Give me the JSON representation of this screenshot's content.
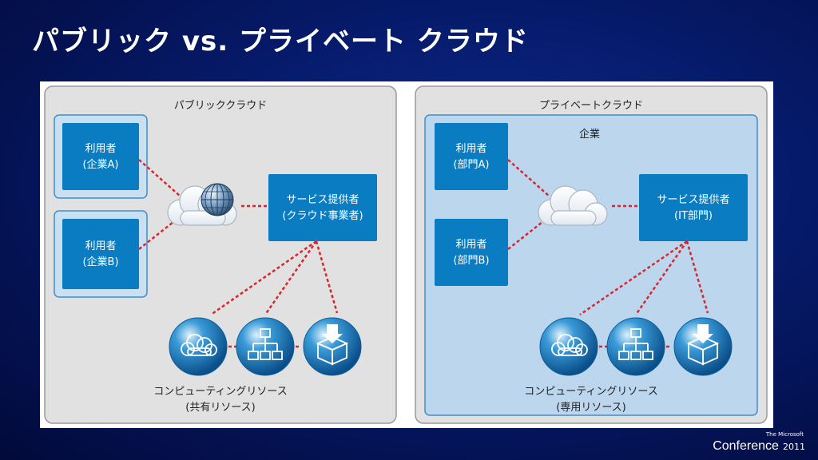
{
  "slide": {
    "title": "パブリック vs. プライベート クラウド"
  },
  "public": {
    "title": "パブリッククラウド",
    "user_a": [
      "利用者",
      "(企業A)"
    ],
    "user_b": [
      "利用者",
      "(企業B)"
    ],
    "provider": [
      "サービス提供者",
      "(クラウド事業者)"
    ],
    "resources": [
      "コンピューティングリソース",
      "(共有リソース)"
    ]
  },
  "private": {
    "title": "プライベートクラウド",
    "enterprise": "企業",
    "user_a": [
      "利用者",
      "(部門A)"
    ],
    "user_b": [
      "利用者",
      "(部門B)"
    ],
    "provider": [
      "サービス提供者",
      "(IT部門)"
    ],
    "resources": [
      "コンピューティングリソース",
      "(専用リソース)"
    ]
  },
  "footer": {
    "small": "The Microsoft",
    "main": "Conference",
    "year": "2011"
  },
  "colors": {
    "box_blue": "#0a7dc2",
    "dash_red": "#d7262d",
    "panel_gray": "#e1e1e1",
    "enterprise_blue": "#bcd6ee"
  }
}
